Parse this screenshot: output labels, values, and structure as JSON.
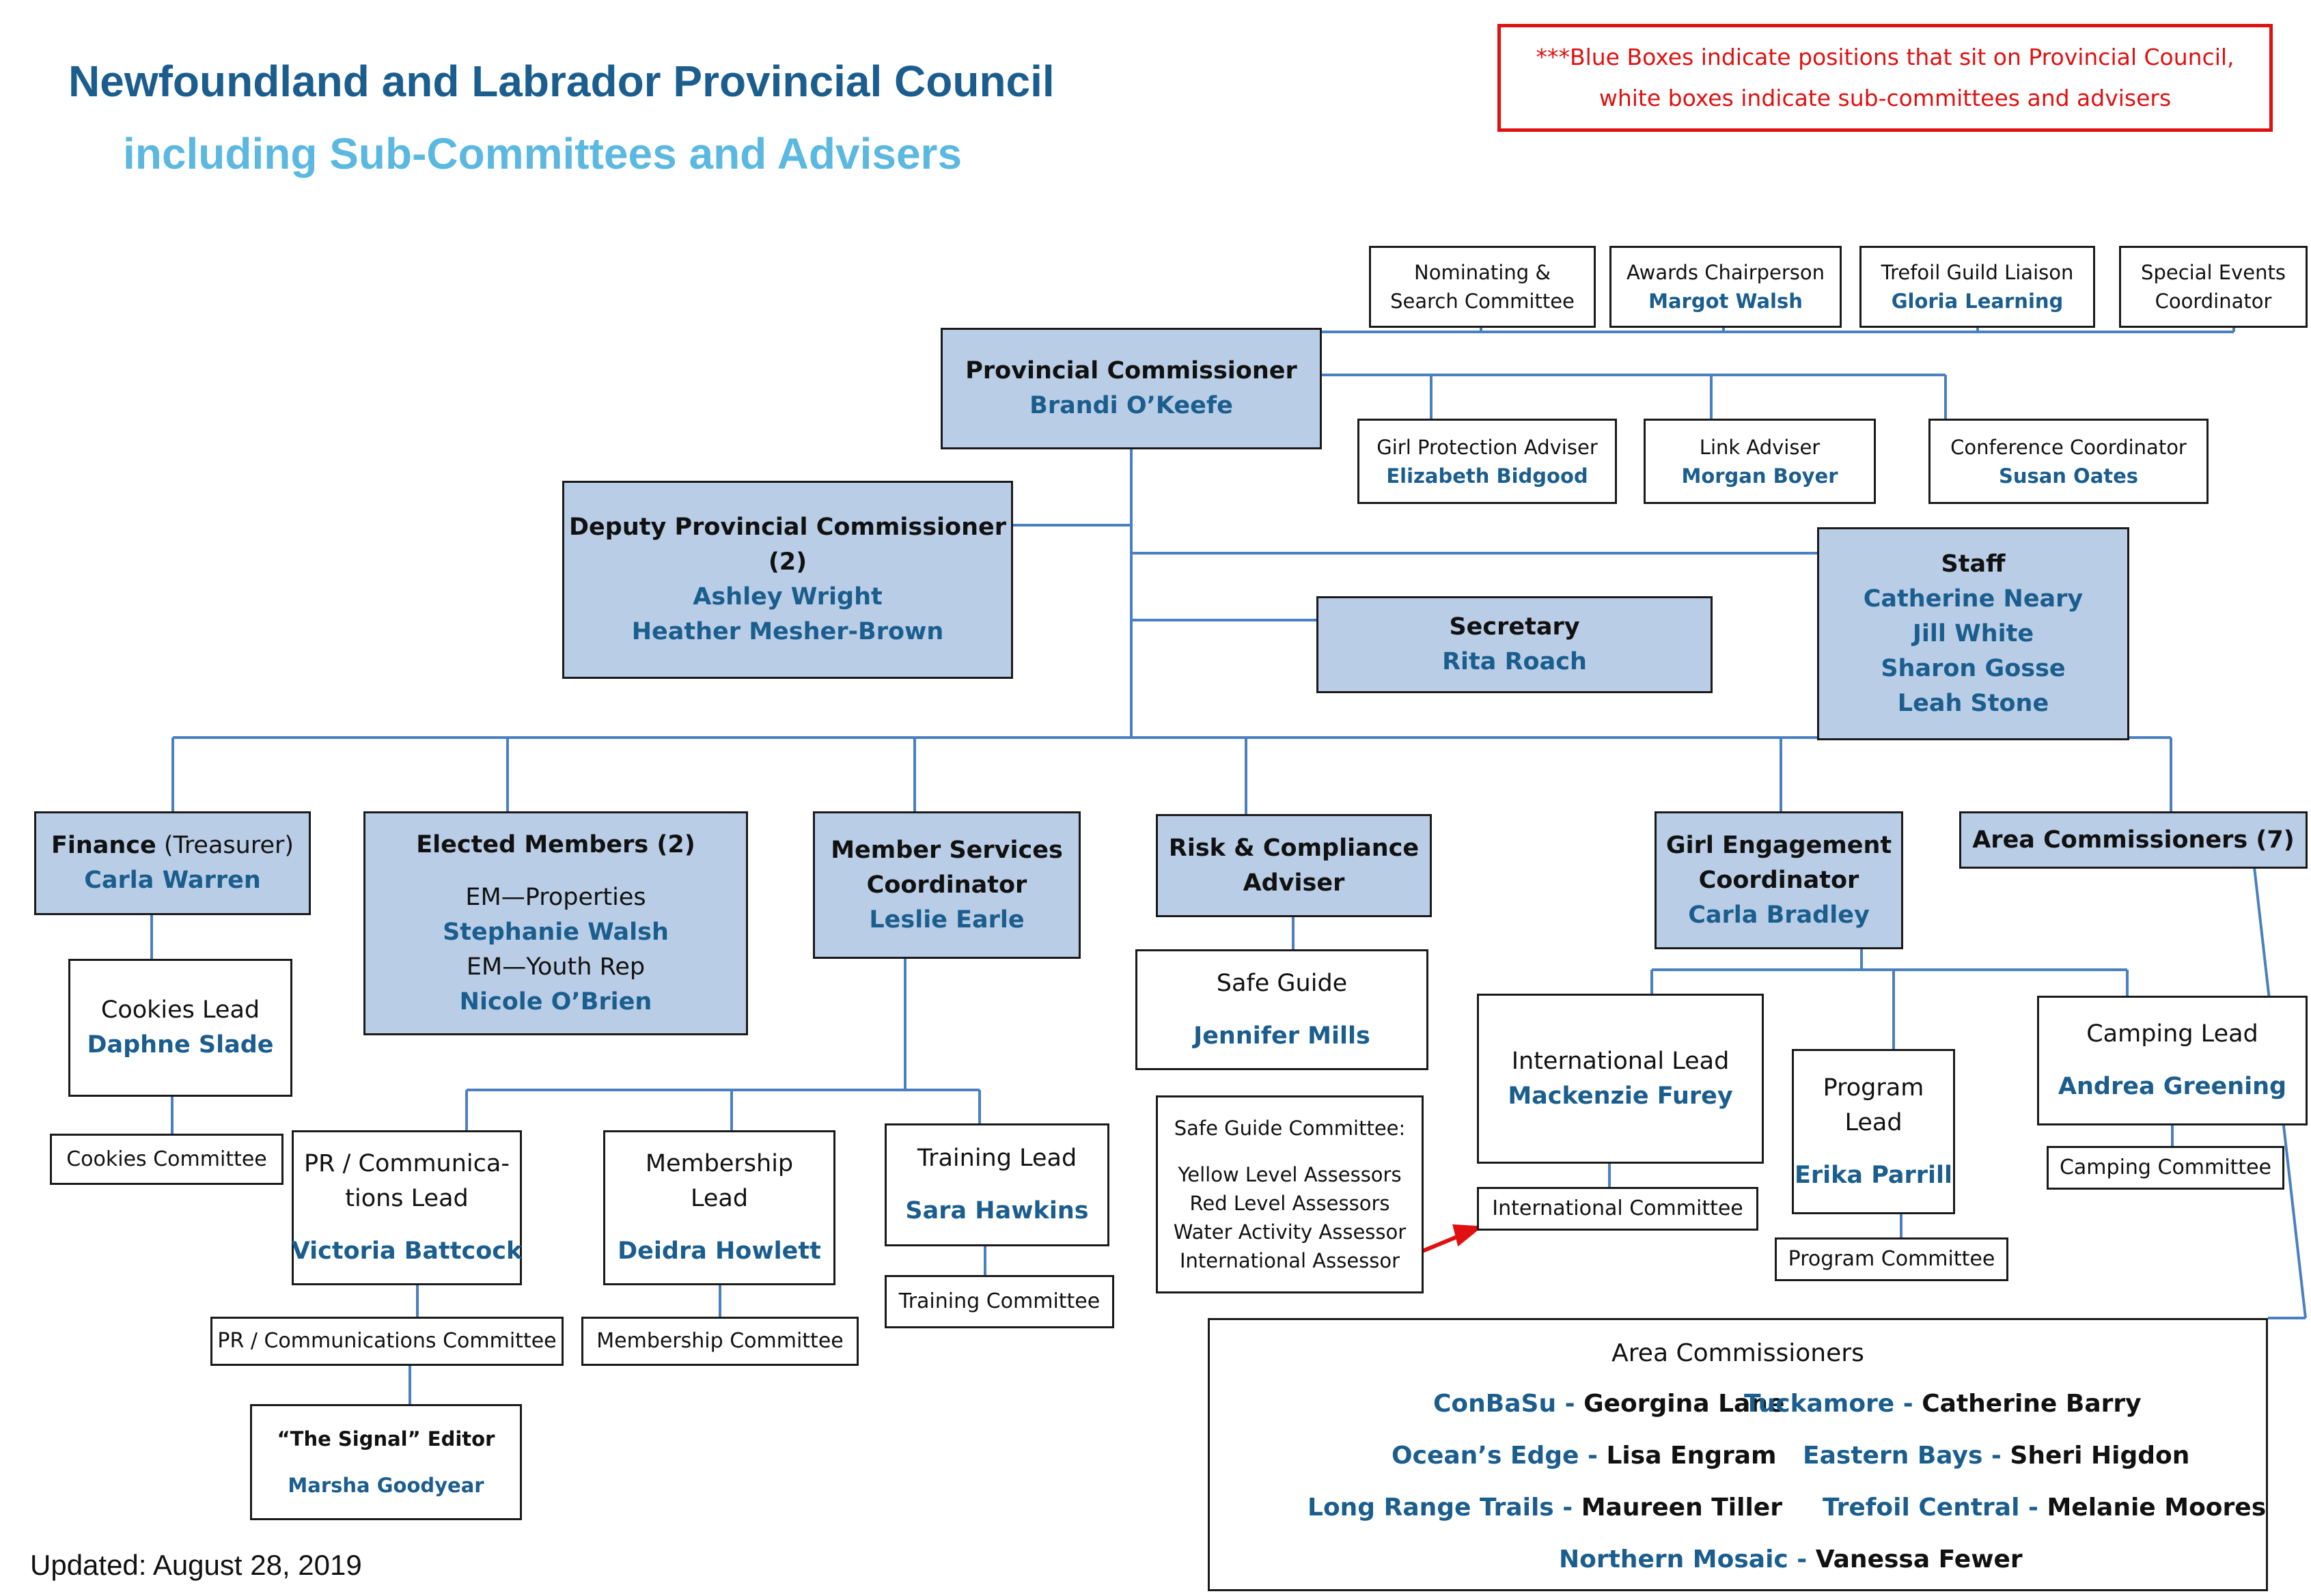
{
  "header": {
    "title": "Newfoundland and Labrador Provincial Council",
    "subtitle": "including  Sub-Committees and Advisers"
  },
  "legend": {
    "line1": "***Blue Boxes indicate positions that sit on Provincial Council,",
    "line2": "white boxes indicate sub-committees and advisers"
  },
  "colors": {
    "title": "#1b5e8e",
    "subtitle": "#5bb8e0",
    "council_box": "#b9cde6",
    "connector": "#4a7fc1",
    "legend_border": "#e01010"
  },
  "top_advisers": {
    "nominating": {
      "line1": "Nominating &",
      "line2": "Search Committee"
    },
    "awards": {
      "role": "Awards Chairperson",
      "name": "Margot Walsh"
    },
    "trefoil": {
      "role": "Trefoil Guild Liaison",
      "name": "Gloria Learning"
    },
    "special_events": {
      "line1": "Special Events",
      "line2": "Coordinator"
    },
    "girl_protection": {
      "role": "Girl Protection Adviser",
      "name": "Elizabeth Bidgood"
    },
    "link": {
      "role": "Link Adviser",
      "name": "Morgan  Boyer"
    },
    "conference": {
      "role": "Conference Coordinator",
      "name": "Susan Oates"
    }
  },
  "provincial_commissioner": {
    "role": "Provincial Commissioner",
    "name": "Brandi O’Keefe"
  },
  "deputy": {
    "role_line1": "Deputy Provincial Commissioner",
    "role_line2": "(2)",
    "names": [
      "Ashley Wright",
      "Heather Mesher-Brown"
    ]
  },
  "secretary": {
    "role": "Secretary",
    "name": "Rita Roach"
  },
  "staff": {
    "role": "Staff",
    "names": [
      "Catherine Neary",
      "Jill White",
      "Sharon Gosse",
      "Leah Stone"
    ]
  },
  "finance": {
    "role": "Finance",
    "role_suffix": " (Treasurer)",
    "name": "Carla Warren"
  },
  "cookies_lead": {
    "role": "Cookies Lead",
    "name": "Daphne Slade"
  },
  "cookies_committee": "Cookies Committee",
  "elected_members": {
    "role": "Elected Members (2)",
    "em1": "EM—Properties",
    "name1": "Stephanie Walsh",
    "em2": "EM—Youth Rep",
    "name2": "Nicole O’Brien"
  },
  "member_services": {
    "line1": "Member Services",
    "line2": "Coordinator",
    "name": "Leslie Earle"
  },
  "pr_lead": {
    "line1": "PR / Communica-",
    "line2": "tions Lead",
    "name": "Victoria Battcock"
  },
  "pr_committee": "PR / Communications Committee",
  "signal_editor": {
    "role": "“The Signal” Editor",
    "name": "Marsha Goodyear"
  },
  "membership_lead": {
    "line1": "Membership",
    "line2": "Lead",
    "name": "Deidra Howlett"
  },
  "membership_committee": "Membership Committee",
  "training_lead": {
    "role": "Training Lead",
    "name": "Sara Hawkins"
  },
  "training_committee": "Training Committee",
  "risk": {
    "line1": "Risk & Compliance",
    "line2": "Adviser"
  },
  "safe_guide": {
    "role": "Safe Guide",
    "name": "Jennifer  Mills"
  },
  "safe_guide_committee": {
    "title": "Safe Guide Committee:",
    "items": [
      "Yellow Level Assessors",
      "Red Level Assessors",
      "Water Activity Assessor",
      "International Assessor"
    ]
  },
  "girl_engagement": {
    "line1": "Girl Engagement",
    "line2": "Coordinator",
    "name": "Carla Bradley"
  },
  "international_lead": {
    "role": "International Lead",
    "name": "Mackenzie Furey"
  },
  "international_committee": "International Committee",
  "program_lead": {
    "line1": "Program",
    "line2": "Lead",
    "name": "Erika Parrill"
  },
  "program_committee": "Program Committee",
  "camping_lead": {
    "role": "Camping Lead",
    "name": "Andrea Greening"
  },
  "camping_committee": "Camping Committee",
  "area_commissioners": {
    "role": "Area Commissioners (7)"
  },
  "area_list": {
    "title": "Area Commissioners",
    "rows": [
      {
        "region": "ConBaSu - ",
        "person": "Georgina Lane"
      },
      {
        "region": "Tuckamore - ",
        "person": "Catherine Barry"
      },
      {
        "region": "Ocean’s Edge - ",
        "person": "Lisa Engram"
      },
      {
        "region": "Eastern Bays - ",
        "person": "Sheri Higdon"
      },
      {
        "region": "Long Range Trails  - ",
        "person": "Maureen Tiller"
      },
      {
        "region": "Trefoil Central - ",
        "person": "Melanie Moores"
      },
      {
        "region": "Northern Mosaic - ",
        "person": "Vanessa Fewer"
      }
    ]
  },
  "footer": {
    "updated": "Updated: August 28, 2019"
  }
}
